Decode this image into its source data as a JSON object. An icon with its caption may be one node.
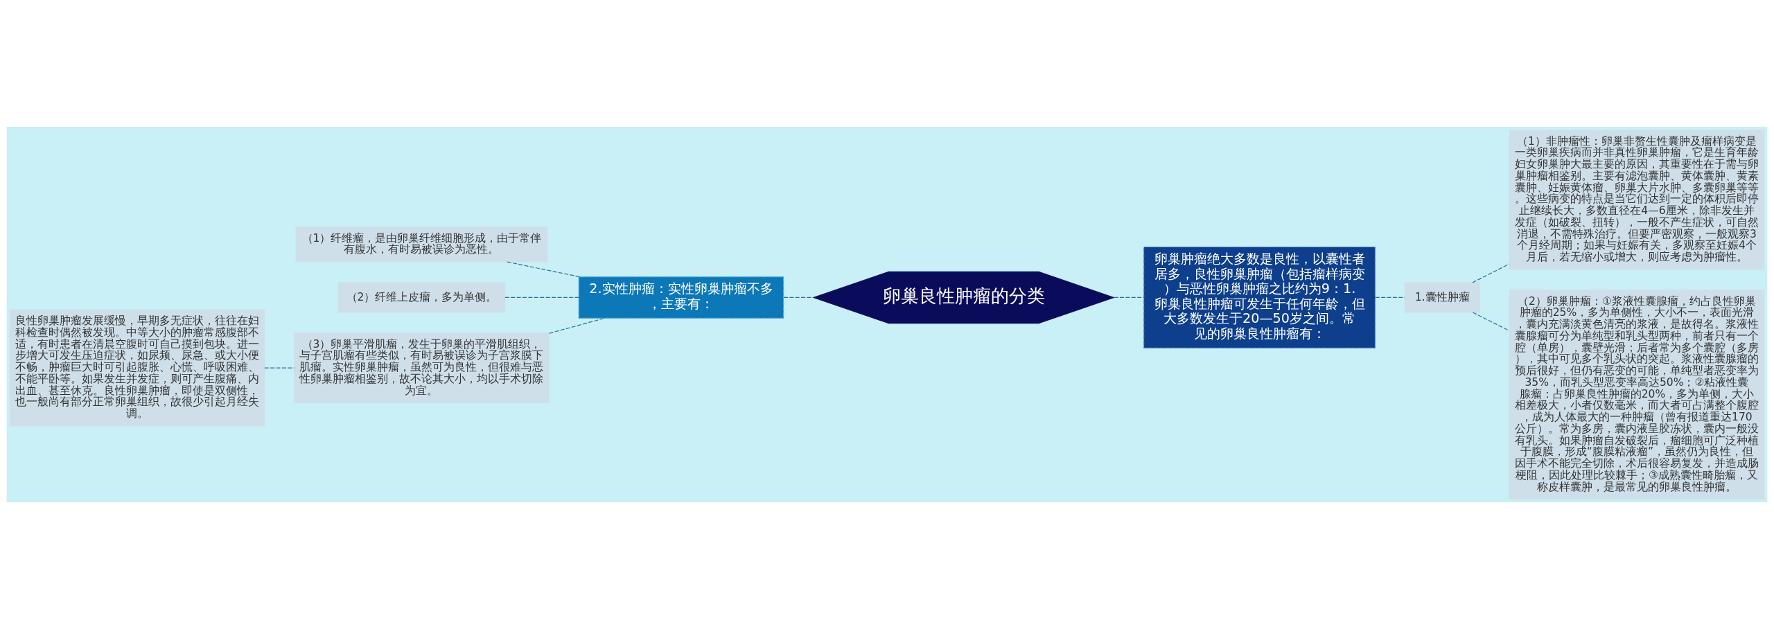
{
  "diagram": {
    "nodes": [
      {
        "text": [
          "卵巢良性肿瘤的分类"
        ]
      },
      {
        "text": [
          "2.实性肿瘤：实性卵巢肿瘤不多，主要有："
        ]
      },
      {
        "text": [
          "（1）纤维瘤，是由卵巢纤维细胞形成，由于常伴有腹水，有时易被误诊为恶性。"
        ]
      },
      {
        "text": [
          "（2）纤维上皮瘤，多为单侧。"
        ]
      },
      {
        "text": [
          "（3）卵巢平滑肌瘤，发生于卵巢的平滑肌组织，与子宫肌瘤有些类似，有时易被误诊为子宫浆膜下肌瘤。实性卵巢肿瘤，虽然可为良性，但很难与恶性卵巢肿瘤相鉴别，故不论其大小，均以手术切除为宜。"
        ]
      },
      {
        "text": [
          "良性卵巢肿瘤发展缓慢，早期多无症状，往往在妇科检查时偶然被发现。中等大小的肿瘤常感腹部不适，有时患者在清晨空腹时可自己摸到包块。进一步增大可发生压迫症状，如尿频、尿急、或大小便不畅，肿瘤巨大时可引起腹胀、心慌、呼吸困难、不能平卧等。如果发生并发症，则可产生腹痛、内出血、甚至休克。良性卵巢肿瘤，即使是双侧性，也一般尚有部分正常卵巢组织，故很少引起月经失调。"
        ]
      },
      {
        "text": [
          "卵巢肿瘤绝大多数是良性，以囊性者居多，良性卵巢肿瘤（包括瘤样病变）与恶性卵巢肿瘤之比约为9：1.卵巢良性肿瘤可发生于任何年龄，但大多数发生于20—50岁之间。常见的卵巢良性肿瘤有："
        ]
      },
      {
        "text": [
          "1.囊性肿瘤"
        ]
      },
      {
        "text": [
          "（1）非肿瘤性：卵巢非赘生性囊肿及瘤样病变是一类卵巢疾病而并非真性卵巢肿瘤，它是生育年龄妇女卵巢肿大最主要的原因，其重要性在于需与卵巢肿瘤相鉴别。主要有滤泡囊肿、黄体囊肿、黄素囊肿、妊娠黄体瘤、卵巢大片水肿、多囊卵巢等等。这些病变的特点是当它们达到一定的体积后即停止继续长大，多数直径在4—6厘米，除非发生并发症（如破裂、扭转），一般不产生症状，可自然消退，不需特殊治疗。但要严密观察，一般观察3个月经周期；如果与妊娠有关，多观察至妊娠4个月后，若无缩小或增大，则应考虑为肿瘤性。"
        ]
      },
      {
        "text": [
          "（2）卵巢肿瘤：①浆液性囊腺瘤，约占良性卵巢肿瘤的25%，多为单侧性，大小不一，表面光滑，囊内充满淡黄色清亮的浆液，是故得名。浆液性囊腺瘤可分为单纯型和乳头型两种，前者只有一个腔（单房），囊壁光滑；后者常为多个囊腔（多房），其中可见多个乳头状的突起。浆液性囊腺瘤的预后很好，但仍有恶变的可能，单纯型者恶变率为35%，而乳头型恶变率高达50%；②粘液性囊腺瘤：占卵巢良性肿瘤的20%，多为单侧，大小相差极大，小者仅数毫米，而大者可占满整个腹腔，成为人体最大的一种肿瘤（曾有报道重达170公斤）。常为多房，囊内液呈胶冻状，囊内一般没有乳头。如果肿瘤自发破裂后，瘤细胞可广泛种植于腹膜，形成“腹膜粘液瘤”，虽然仍为良性，但因手术不能完全切除，术后很容易复发，并造成肠梗阻，因此处理比较棘手；③成熟囊性畸胎瘤，又称皮样囊肿，是最常见的卵巢良性肿瘤。"
        ]
      }
    ],
    "edges": [
      {
        "from": 1,
        "to": 0,
        "arrow": "none",
        "style": "dashed"
      },
      {
        "from": 2,
        "to": 1,
        "arrow": "none",
        "style": "dashed"
      },
      {
        "from": 3,
        "to": 1,
        "arrow": "none",
        "style": "dashed"
      },
      {
        "from": 4,
        "to": 1,
        "arrow": "none",
        "style": "dashed"
      },
      {
        "from": 5,
        "to": 4,
        "arrow": "none",
        "style": "dashed"
      },
      {
        "from": 0,
        "to": 6,
        "arrow": "none",
        "style": "dashed"
      },
      {
        "from": 6,
        "to": 7,
        "arrow": "none",
        "style": "dashed"
      },
      {
        "from": 7,
        "to": 8,
        "arrow": "none",
        "style": "dashed"
      },
      {
        "from": 7,
        "to": 9,
        "arrow": "none",
        "style": "dashed"
      }
    ]
  }
}
